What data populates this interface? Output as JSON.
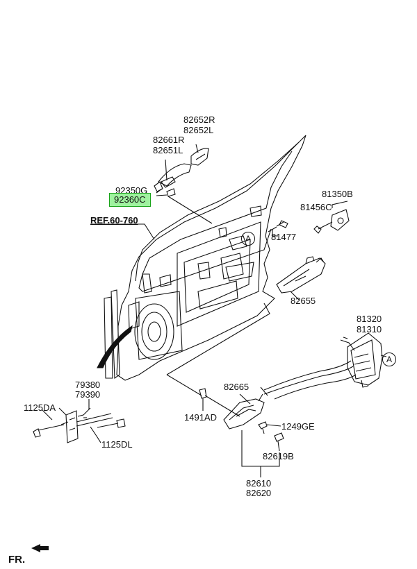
{
  "labels": {
    "p82652r": "82652R",
    "p82652l": "82652L",
    "p82661r": "82661R",
    "p82651l": "82651L",
    "p92350g": "92350G",
    "p92360c": "92360C",
    "ref": "REF.60-760",
    "p81350b": "81350B",
    "p81456c": "81456C",
    "p81477": "81477",
    "p82655": "82655",
    "p81320": "81320",
    "p81310": "81310",
    "p79380": "79380",
    "p79390": "79390",
    "p1125da": "1125DA",
    "p1125dl": "1125DL",
    "p82665": "82665",
    "p1491ad": "1491AD",
    "p1249ge": "1249GE",
    "p82619b": "82619B",
    "p82610": "82610",
    "p82620": "82620",
    "fr": "FR."
  },
  "markers": {
    "a1": "A",
    "a2": "A"
  },
  "colors": {
    "highlight_fill": "#9ff29f",
    "highlight_border": "#1aa31a",
    "line": "#111111"
  }
}
